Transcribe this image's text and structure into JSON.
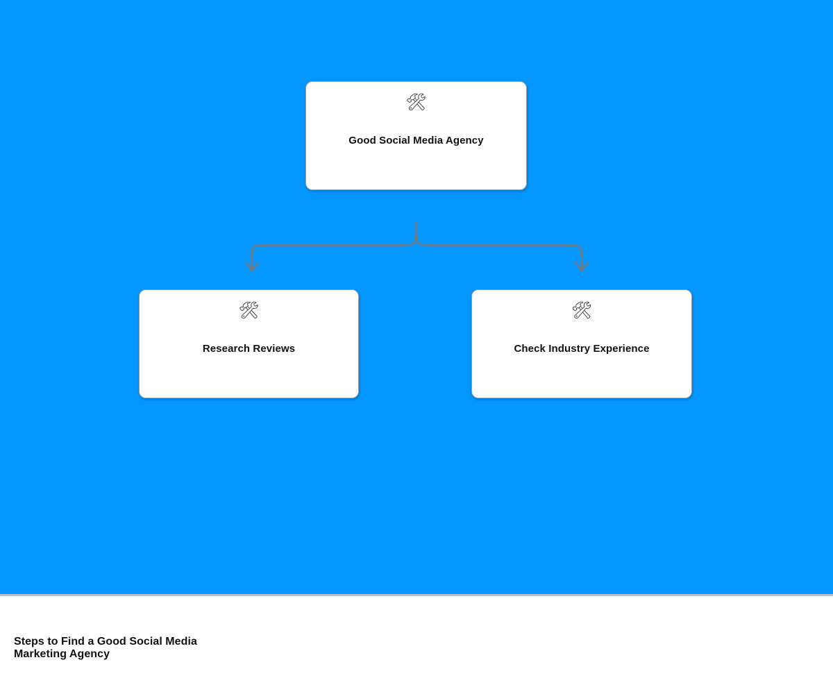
{
  "canvas": {
    "background_color": "#0396ff",
    "divider_color": "#b9bfcc"
  },
  "diagram": {
    "type": "flowchart",
    "orientation": "top-down",
    "connector_color": "#7d7572",
    "node_background": "#ffffff",
    "node_border_color": "#9aa0a6",
    "root": {
      "id": "root",
      "icon": "hammer-and-wrench-icon",
      "icon_glyph": "🛠",
      "label": "Good Social Media Agency"
    },
    "children": [
      {
        "id": "child-0",
        "icon": "hammer-and-wrench-icon",
        "icon_glyph": "🛠",
        "label": "Research Reviews"
      },
      {
        "id": "child-1",
        "icon": "hammer-and-wrench-icon",
        "icon_glyph": "🛠",
        "label": "Check Industry Experience"
      }
    ]
  },
  "footer": {
    "caption": "Steps to Find a Good Social Media Marketing Agency"
  }
}
